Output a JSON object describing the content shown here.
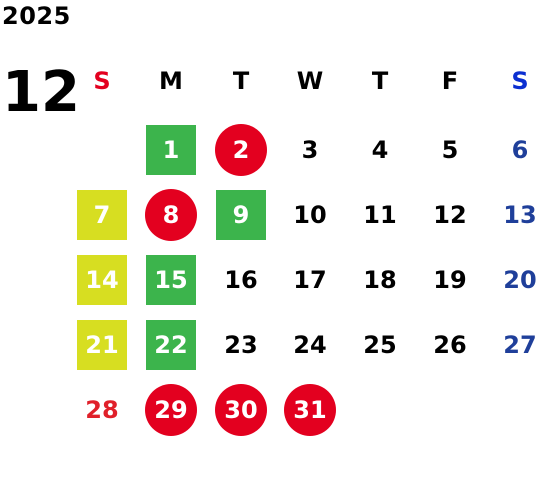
{
  "year": "2025",
  "month": "12",
  "weekdays": [
    {
      "label": "S",
      "color": "#e3001f"
    },
    {
      "label": "M",
      "color": "#000000"
    },
    {
      "label": "T",
      "color": "#000000"
    },
    {
      "label": "W",
      "color": "#000000"
    },
    {
      "label": "T",
      "color": "#000000"
    },
    {
      "label": "F",
      "color": "#000000"
    },
    {
      "label": "S",
      "color": "#0b2fd1"
    }
  ],
  "days": [
    {
      "d": "1",
      "style": "green"
    },
    {
      "d": "2",
      "style": "circle"
    },
    {
      "d": "3",
      "style": "plain"
    },
    {
      "d": "4",
      "style": "plain"
    },
    {
      "d": "5",
      "style": "plain"
    },
    {
      "d": "6",
      "style": "sat-plain"
    },
    {
      "d": "7",
      "style": "yellow"
    },
    {
      "d": "8",
      "style": "circle"
    },
    {
      "d": "9",
      "style": "green"
    },
    {
      "d": "10",
      "style": "plain"
    },
    {
      "d": "11",
      "style": "plain"
    },
    {
      "d": "12",
      "style": "plain"
    },
    {
      "d": "13",
      "style": "sat-plain"
    },
    {
      "d": "14",
      "style": "yellow"
    },
    {
      "d": "15",
      "style": "green"
    },
    {
      "d": "16",
      "style": "plain"
    },
    {
      "d": "17",
      "style": "plain"
    },
    {
      "d": "18",
      "style": "plain"
    },
    {
      "d": "19",
      "style": "plain"
    },
    {
      "d": "20",
      "style": "sat-plain"
    },
    {
      "d": "21",
      "style": "yellow"
    },
    {
      "d": "22",
      "style": "green"
    },
    {
      "d": "23",
      "style": "plain"
    },
    {
      "d": "24",
      "style": "plain"
    },
    {
      "d": "25",
      "style": "plain"
    },
    {
      "d": "26",
      "style": "plain"
    },
    {
      "d": "27",
      "style": "sat-plain"
    },
    {
      "d": "28",
      "style": "sun-plain"
    },
    {
      "d": "29",
      "style": "circle"
    },
    {
      "d": "30",
      "style": "circle"
    },
    {
      "d": "31",
      "style": "circle"
    }
  ],
  "first_weekday": 1
}
